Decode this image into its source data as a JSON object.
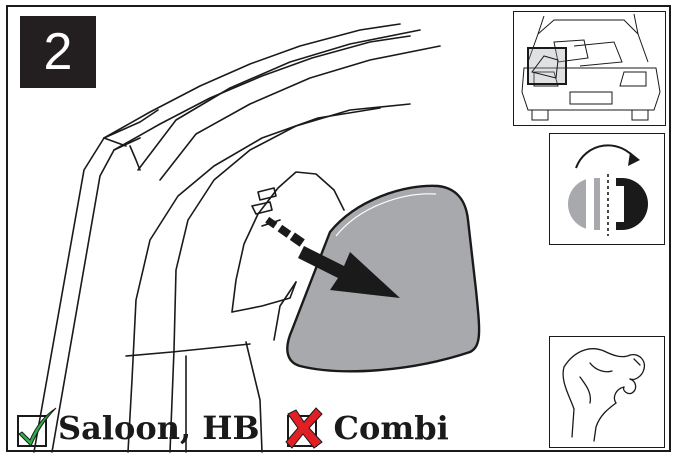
{
  "step": {
    "number": "2"
  },
  "legend": {
    "supported_label": "Saloon, HB",
    "unsupported_label": "Combi"
  },
  "icons": {
    "supported": "check-icon",
    "unsupported": "cross-icon",
    "mirror_side": "mirror-side-icon",
    "hand_pinch": "hand-pinch-icon",
    "car_rear_view": "car-rear-view-icon",
    "remove_arrow": "remove-arrow-icon"
  },
  "colors": {
    "panel_fill": "#a7a9ac",
    "check_green": "#2bb24a",
    "cross_red": "#e02025",
    "ink": "#1a1a1a"
  }
}
